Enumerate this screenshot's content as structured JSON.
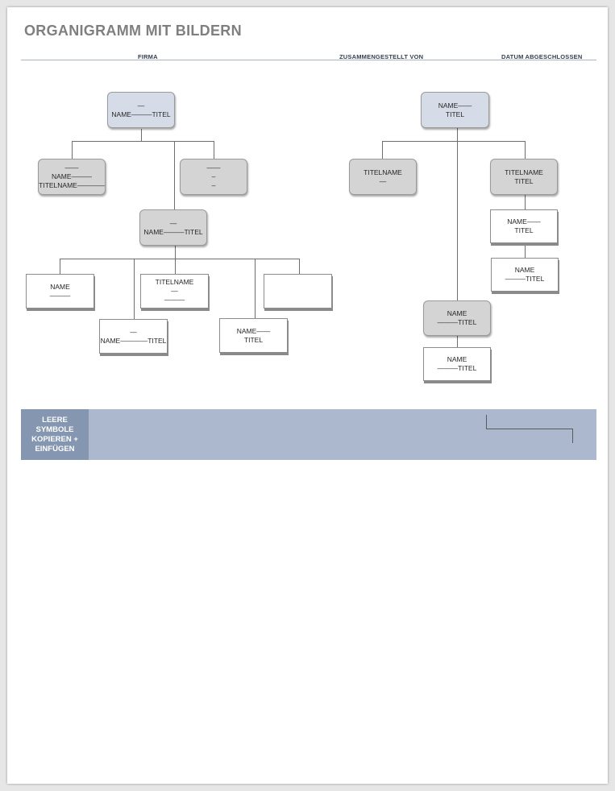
{
  "document": {
    "title": "ORGANIGRAMM MIT BILDERN",
    "headers": {
      "company": "FIRMA",
      "compiled_by": "ZUSAMMENGESTELLT VON",
      "date_completed": "DATUM ABGESCHLOSSEN"
    }
  },
  "chart_left": {
    "top": {
      "lines": [
        "—",
        "NAME———TITEL"
      ]
    },
    "left": {
      "lines": [
        "——",
        "NAME———",
        "TITELNAME————"
      ]
    },
    "right": {
      "lines": [
        "——",
        "–",
        "–"
      ]
    },
    "middle": {
      "lines": [
        "—",
        "NAME———TITEL"
      ]
    },
    "card1": {
      "lines": [
        "NAME",
        "———"
      ]
    },
    "card2": {
      "lines": [
        "—",
        "NAME————TITEL"
      ]
    },
    "card3": {
      "lines": [
        "TITELNAME",
        "—",
        "———"
      ]
    },
    "card4": {
      "lines": [
        "NAME——",
        "TITEL"
      ]
    }
  },
  "chart_right": {
    "top": {
      "lines": [
        "NAME——",
        "TITEL"
      ]
    },
    "left": {
      "lines": [
        "TITELNAME",
        "—"
      ]
    },
    "right": {
      "lines": [
        "TITELNAME",
        "TITEL"
      ]
    },
    "right_card1": {
      "lines": [
        "NAME——",
        "TITEL"
      ]
    },
    "right_card2": {
      "lines": [
        "NAME",
        "———TITEL"
      ]
    },
    "lower": {
      "lines": [
        "NAME",
        "———TITEL"
      ]
    },
    "lower_card": {
      "lines": [
        "NAME",
        "———TITEL"
      ]
    }
  },
  "footer_band": {
    "label": "LEERE SYMBOLE KOPIEREN + EINFÜGEN"
  }
}
